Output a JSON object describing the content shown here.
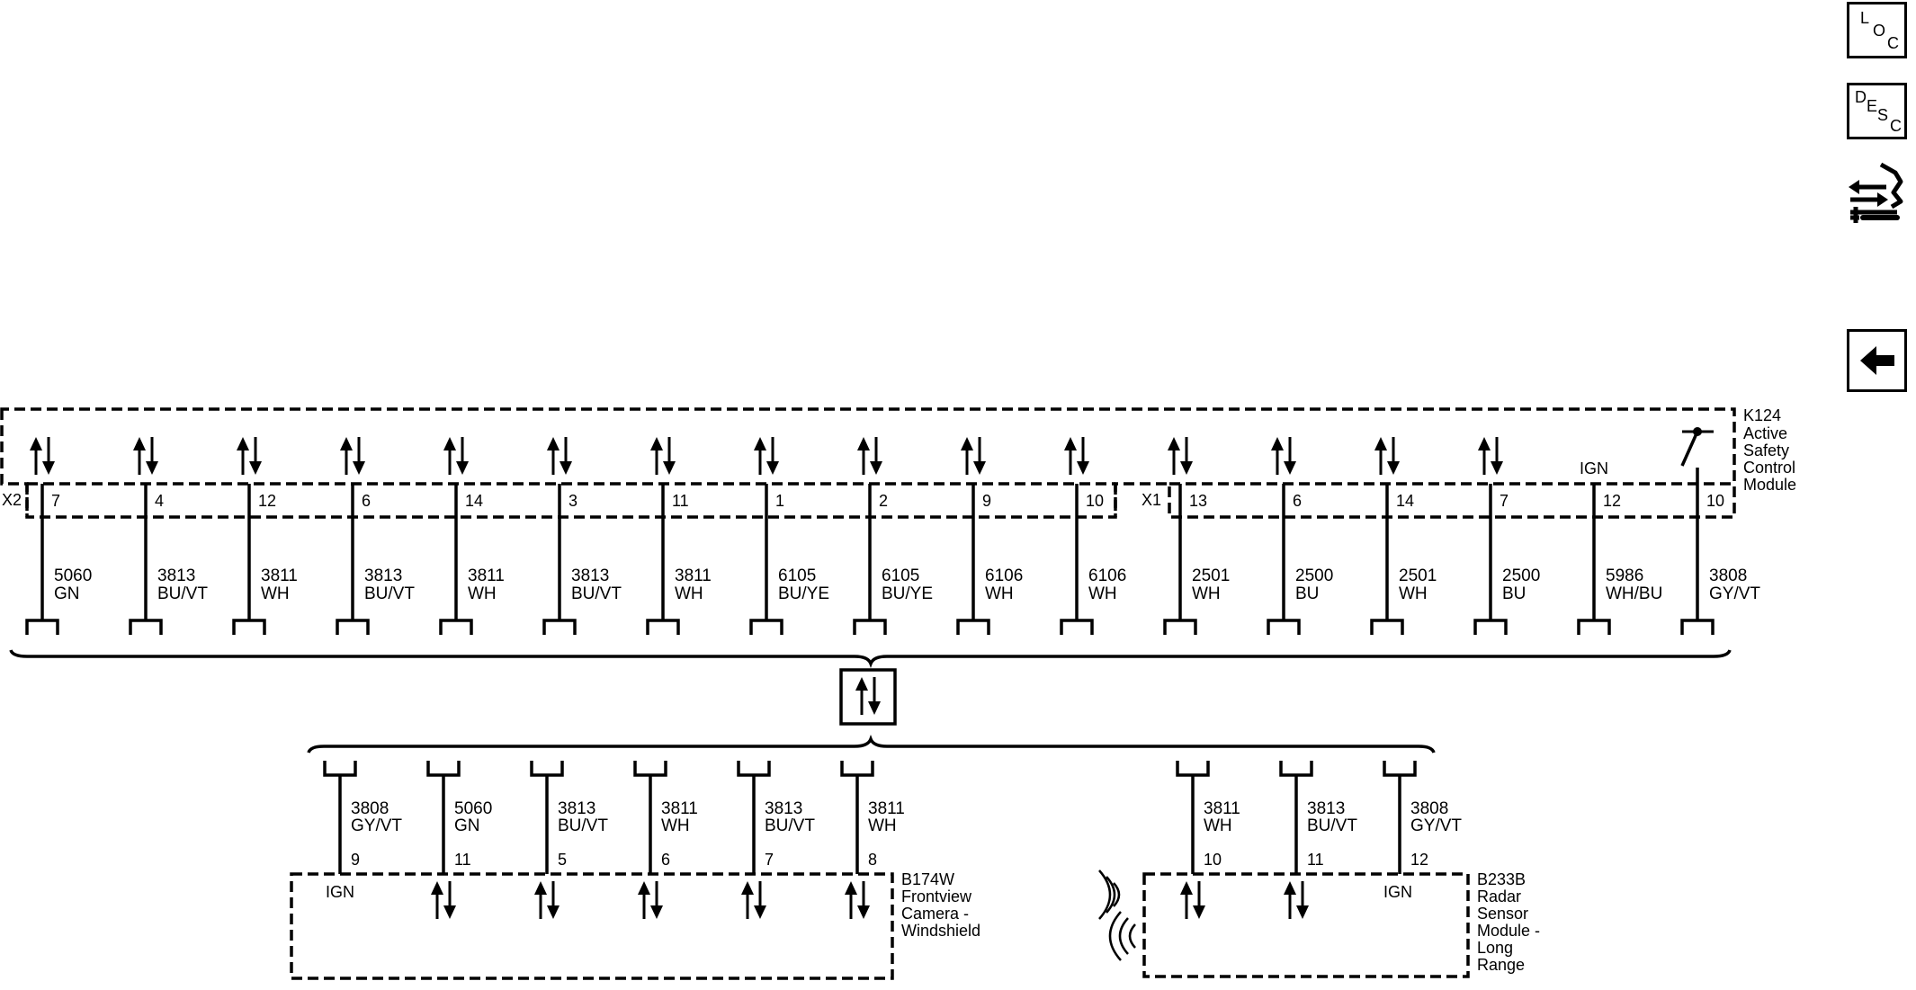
{
  "side_panel": {
    "loc": {
      "l1": "L",
      "l2": "O",
      "l3": "C"
    },
    "desc": {
      "l1": "D",
      "l2": "E",
      "l3": "S",
      "l4": "C"
    },
    "icons": [
      "location-button",
      "description-button",
      "connector-tool-icon",
      "back-arrow-icon"
    ]
  },
  "k124": {
    "ref": "K124",
    "name_lines": [
      "Active",
      "Safety",
      "Control",
      "Module"
    ],
    "connector_x2": "X2",
    "connector_x1": "X1",
    "ign": "IGN",
    "pins": [
      {
        "pin": "7",
        "circuit": "5060",
        "color": "GN"
      },
      {
        "pin": "4",
        "circuit": "3813",
        "color": "BU/VT"
      },
      {
        "pin": "12",
        "circuit": "3811",
        "color": "WH"
      },
      {
        "pin": "6",
        "circuit": "3813",
        "color": "BU/VT"
      },
      {
        "pin": "14",
        "circuit": "3811",
        "color": "WH"
      },
      {
        "pin": "3",
        "circuit": "3813",
        "color": "BU/VT"
      },
      {
        "pin": "11",
        "circuit": "3811",
        "color": "WH"
      },
      {
        "pin": "1",
        "circuit": "6105",
        "color": "BU/YE"
      },
      {
        "pin": "2",
        "circuit": "6105",
        "color": "BU/YE"
      },
      {
        "pin": "9",
        "circuit": "6106",
        "color": "WH"
      },
      {
        "pin": "10",
        "circuit": "6106",
        "color": "WH"
      },
      {
        "pin": "13",
        "circuit": "2501",
        "color": "WH"
      },
      {
        "pin": "6",
        "circuit": "2500",
        "color": "BU"
      },
      {
        "pin": "14",
        "circuit": "2501",
        "color": "WH"
      },
      {
        "pin": "7",
        "circuit": "2500",
        "color": "BU"
      },
      {
        "pin": "12",
        "circuit": "5986",
        "color": "WH/BU"
      },
      {
        "pin": "10",
        "circuit": "3808",
        "color": "GY/VT"
      }
    ]
  },
  "b174w": {
    "ref": "B174W",
    "name_lines": [
      "Frontview",
      "Camera -",
      "Windshield"
    ],
    "ign": "IGN",
    "pins": [
      {
        "pin": "9",
        "circuit": "3808",
        "color": "GY/VT"
      },
      {
        "pin": "11",
        "circuit": "5060",
        "color": "GN"
      },
      {
        "pin": "5",
        "circuit": "3813",
        "color": "BU/VT"
      },
      {
        "pin": "6",
        "circuit": "3811",
        "color": "WH"
      },
      {
        "pin": "7",
        "circuit": "3813",
        "color": "BU/VT"
      },
      {
        "pin": "8",
        "circuit": "3811",
        "color": "WH"
      }
    ]
  },
  "b233b": {
    "ref": "B233B",
    "name_lines": [
      "Radar",
      "Sensor",
      "Module -",
      "Long",
      "Range"
    ],
    "ign": "IGN",
    "pins": [
      {
        "pin": "10",
        "circuit": "3811",
        "color": "WH"
      },
      {
        "pin": "11",
        "circuit": "3813",
        "color": "BU/VT"
      },
      {
        "pin": "12",
        "circuit": "3808",
        "color": "GY/VT"
      }
    ]
  }
}
